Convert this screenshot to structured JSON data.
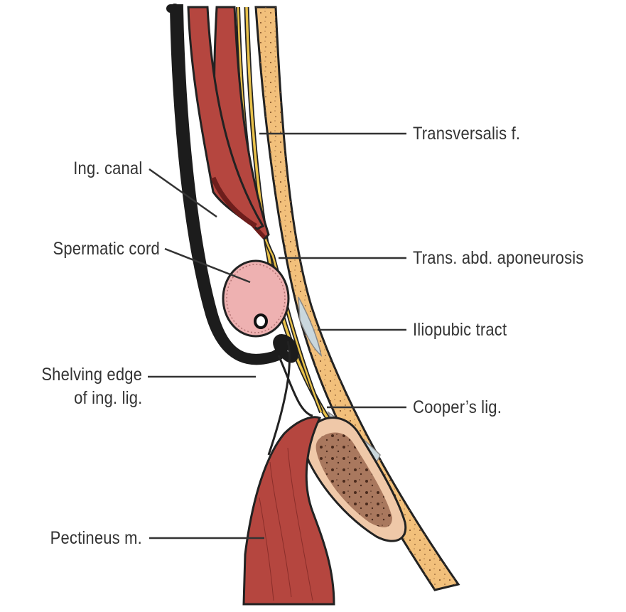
{
  "labels": {
    "transversalis": "Transversalis f.",
    "ing_canal": "Ing. canal",
    "spermatic_cord": "Spermatic cord",
    "trans_abd": "Trans. abd. aponeurosis",
    "iliopubic": "Iliopubic tract",
    "shelving_1": "Shelving edge",
    "shelving_2": "of ing. lig.",
    "coopers": "Cooper’s lig.",
    "pectineus": "Pectineus m."
  },
  "colors": {
    "muscle": "#b5463f",
    "muscle_dark": "#6e1e1c",
    "fascia_yellow": "#e8c14a",
    "orange_layer": "#f2c07b",
    "ligament_black": "#1c1c1c",
    "cord_pink": "#eeb1b1",
    "bone": "#efc8a8",
    "bone_inner": "#a9785e",
    "iliopubic_blue": "#c9d7dd",
    "leader": "#333333"
  }
}
